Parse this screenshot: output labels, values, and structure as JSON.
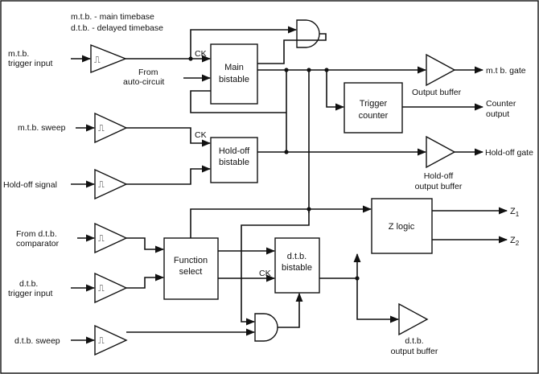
{
  "legend": {
    "line1": "m.t.b. - main timebase",
    "line2": "d.t.b. - delayed timebase"
  },
  "inputs": {
    "mtb_trigger": [
      "m.t.b.",
      "trigger input"
    ],
    "mtb_sweep": "m.t.b. sweep",
    "holdoff_signal": "Hold-off signal",
    "dtb_comparator": [
      "From d.t.b.",
      "comparator"
    ],
    "dtb_trigger": [
      "d.t.b.",
      "trigger input"
    ],
    "dtb_sweep": "d.t.b. sweep",
    "auto_circuit": [
      "From",
      "auto-circuit"
    ]
  },
  "blocks": {
    "main_bistable": [
      "Main",
      "bistable"
    ],
    "holdoff_bistable": [
      "Hold-off",
      "bistable"
    ],
    "trigger_counter": [
      "Trigger",
      "counter"
    ],
    "function_select": [
      "Function",
      "select"
    ],
    "dtb_bistable": [
      "d.t.b.",
      "bistable"
    ],
    "z_logic": "Z logic"
  },
  "clock_label": "CK",
  "schmitt_symbol": "⎍",
  "outputs": {
    "mtb_gate": "m.t b. gate",
    "output_buffer": "Output buffer",
    "counter_output": [
      "Counter",
      "output"
    ],
    "holdoff_gate": "Hold-off gate",
    "holdoff_buffer": [
      "Hold-off",
      "output buffer"
    ],
    "z1": "Z",
    "z1_sub": "1",
    "z2": "Z",
    "z2_sub": "2",
    "dtb_buffer": [
      "d.t.b.",
      "output buffer"
    ]
  }
}
